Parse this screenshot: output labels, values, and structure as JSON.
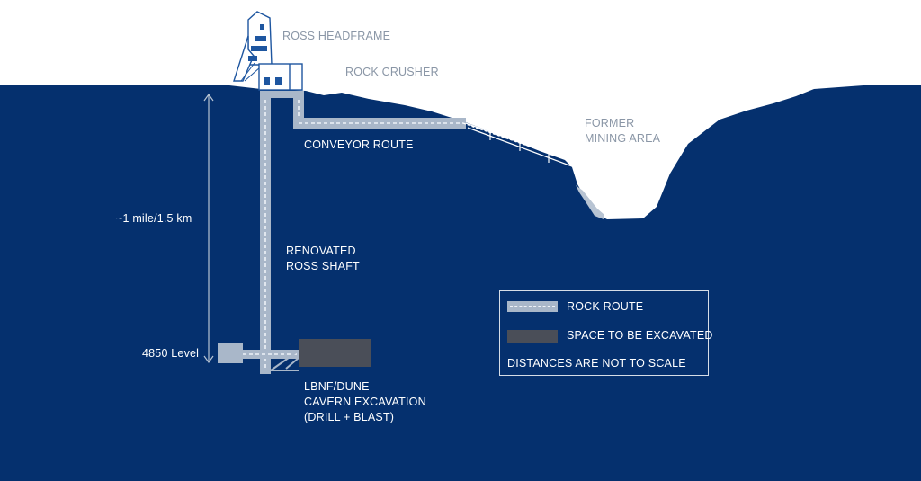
{
  "labels": {
    "headframe": "ROSS HEADFRAME",
    "crusher": "ROCK CRUSHER",
    "conveyor": "CONVEYOR ROUTE",
    "former_mining_line1": "FORMER",
    "former_mining_line2": "MINING AREA",
    "distance": "~1 mile/1.5 km",
    "shaft_line1": "RENOVATED",
    "shaft_line2": "ROSS SHAFT",
    "level": "4850 Level",
    "cavern_line1": "LBNF/DUNE",
    "cavern_line2": "CAVERN EXCAVATION",
    "cavern_line3": "(DRILL + BLAST)"
  },
  "legend": {
    "rock_route": "ROCK ROUTE",
    "space_excavated": "SPACE TO BE EXCAVATED",
    "note": "DISTANCES ARE NOT TO SCALE"
  },
  "colors": {
    "ground": "#05306e",
    "sky": "#ffffff",
    "route": "#a9b7c9",
    "route_dash": "#eef2f7",
    "cavern": "#4a4e58",
    "label_surface": "#8a96a6",
    "structure": "#1e56a0"
  }
}
